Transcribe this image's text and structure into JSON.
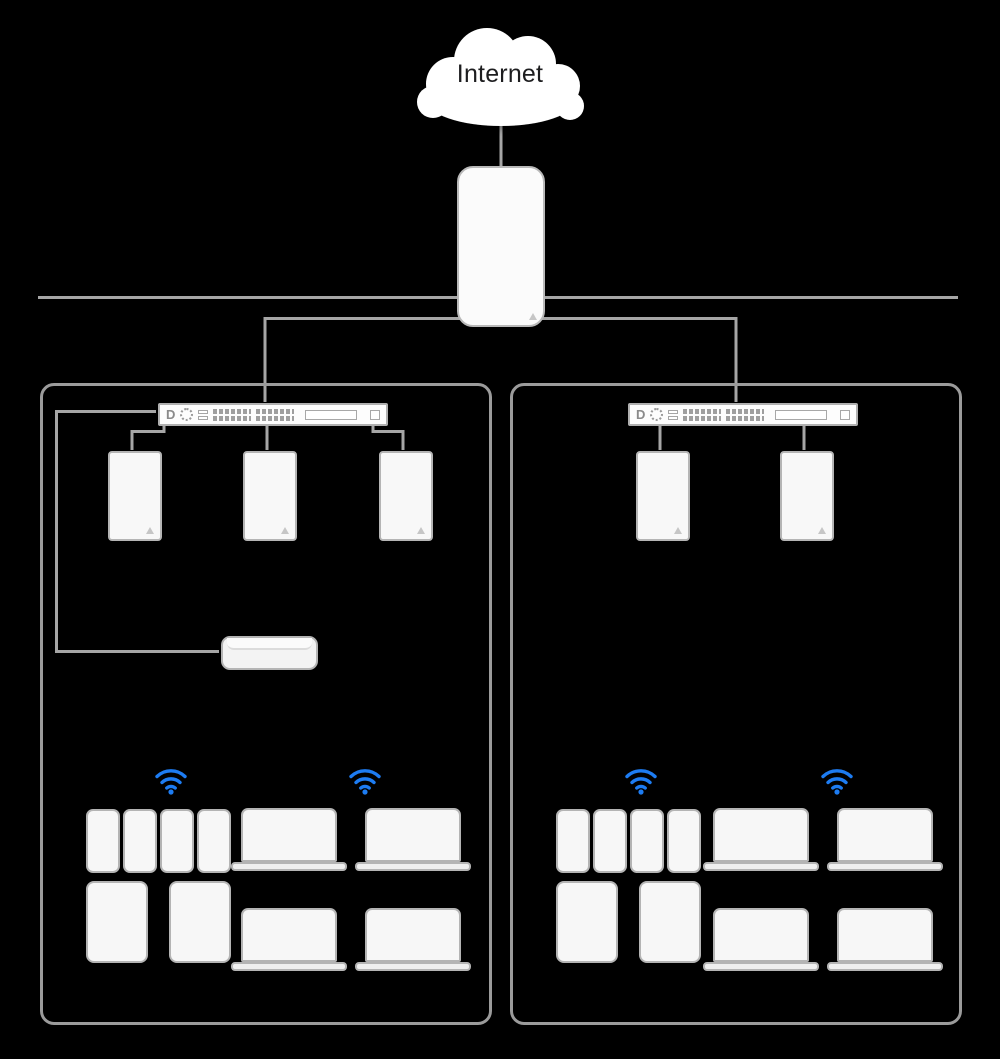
{
  "labels": {
    "internet": "Internet"
  },
  "colors": {
    "background": "#000000",
    "connector_line": "#a6a6a6",
    "device_fill": "#f7f7f7",
    "device_border": "#b4b4b4",
    "container_border": "#9b9b9b",
    "wifi_blue": "#1d7cf2",
    "label_text": "#1d1d1f"
  },
  "topology": {
    "root": "internet-cloud",
    "gateway": "router-gateway",
    "backbone": "horizontal-trunk-line",
    "networks": [
      {
        "name": "network-1",
        "switch": "ethernet-switch",
        "wired_devices": [
          "server-1",
          "server-2",
          "server-3",
          "mac-mini"
        ],
        "wifi_zones": 2,
        "wireless_devices": {
          "phones": 4,
          "tablets": 2,
          "laptops": 4
        }
      },
      {
        "name": "network-2",
        "switch": "ethernet-switch",
        "wired_devices": [
          "server-1",
          "server-2"
        ],
        "wifi_zones": 2,
        "wireless_devices": {
          "phones": 4,
          "tablets": 2,
          "laptops": 4
        }
      }
    ]
  }
}
